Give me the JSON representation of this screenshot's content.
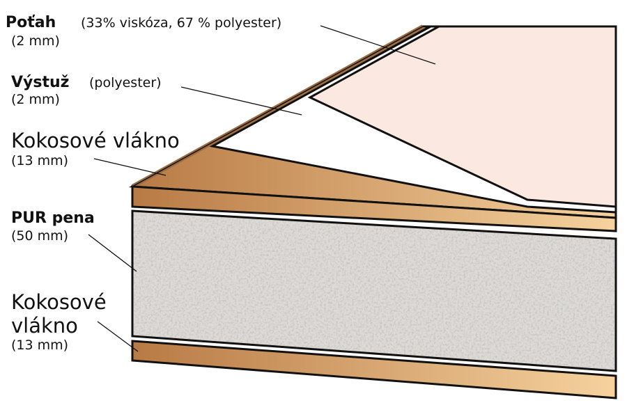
{
  "layers": [
    {
      "id": "cover",
      "name": "Poťah",
      "material": "(33% viskóza, 67 % polyester)",
      "thickness": "(2 mm)"
    },
    {
      "id": "reinforcement",
      "name": "Výstuž",
      "material": "(polyester)",
      "thickness": "(2 mm)"
    },
    {
      "id": "coconut-top",
      "name": "Kokosové vlákno",
      "thickness": "(13 mm)"
    },
    {
      "id": "foam",
      "name": "PUR pena",
      "thickness": "(50 mm)"
    },
    {
      "id": "coconut-bottom",
      "name_line1": "Kokosové",
      "name_line2": "vlákno",
      "thickness": "(13 mm)"
    }
  ],
  "colors": {
    "coconut_dark": "#b87a45",
    "coconut_light": "#f6d29e",
    "cover": "#fbe9e1",
    "foam": "#d9d6d2",
    "outline": "#111111"
  }
}
